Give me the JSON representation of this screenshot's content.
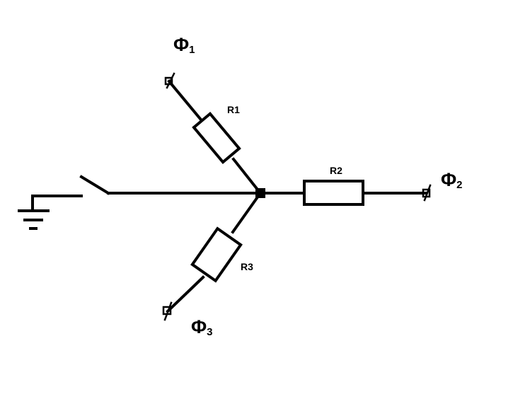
{
  "diagram": {
    "resistors": {
      "r1": "R1",
      "r2": "R2",
      "r3": "R3"
    },
    "terminals": {
      "phi1": {
        "symbol": "Φ",
        "index": "1"
      },
      "phi2": {
        "symbol": "Φ",
        "index": "2"
      },
      "phi3": {
        "symbol": "Φ",
        "index": "3"
      }
    },
    "colors": {
      "stroke": "#000000",
      "background": "#ffffff"
    },
    "components": [
      "ground-symbol",
      "switch",
      "junction-node",
      "terminal-phi1",
      "terminal-phi2",
      "terminal-phi3"
    ]
  }
}
